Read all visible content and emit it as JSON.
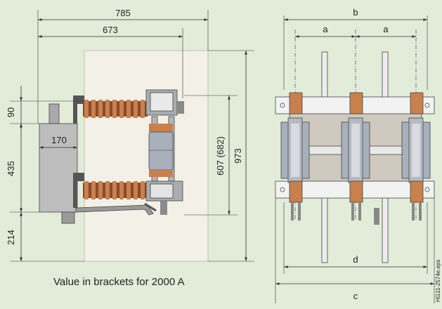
{
  "colors": {
    "background": "#e3ecd9",
    "panel": "#f3f0e8",
    "cabinet": "#bdbdbd",
    "copper": "#c8804f",
    "insulator_brown": "#8a4a2a",
    "interrupter": "#a8b0bc",
    "frame": "#9ea2a7"
  },
  "left_view": {
    "dimensions": {
      "overall_depth": "785",
      "terminal_depth": "673",
      "top_offset": "90",
      "cabinet_width": "170",
      "pole_spacing": "435",
      "bottom_offset": "214",
      "terminal_height": "607 (682)",
      "overall_height": "973"
    },
    "note": "Value in brackets for 2000 A"
  },
  "right_view": {
    "dimensions": {
      "width_b": "b",
      "pitch_a1": "a",
      "pitch_a2": "a",
      "width_d": "d",
      "width_c": "c"
    }
  },
  "figure_code": "HG11-2574e.eps"
}
